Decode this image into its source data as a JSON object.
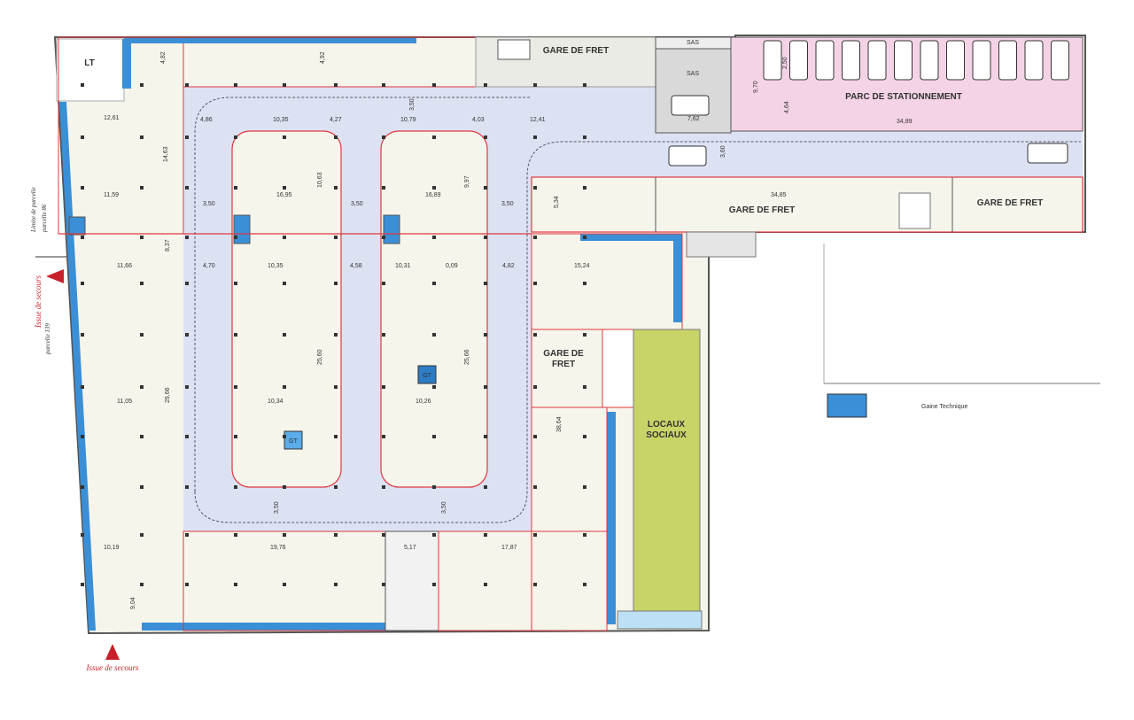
{
  "colors": {
    "ramp": "#dde2f3",
    "floor": "#f6f5ec",
    "parking": "#f5d3e6",
    "locaux": "#c8d467",
    "gaine": "#3a8fd6",
    "wall_red": "#e0383e",
    "sas": "#d9d9d9"
  },
  "rooms": {
    "lt": "LT",
    "gare_fret_top": "GARE DE FRET",
    "sas_top": "SAS",
    "sas": "SAS",
    "parking": "PARC DE STATIONNEMENT",
    "gare_fret_mid": "GARE DE FRET",
    "gare_fret_right": "GARE DE FRET",
    "gare_fret_small_1": "GARE DE",
    "gare_fret_small_2": "FRET",
    "locaux_1": "LOCAUX",
    "locaux_2": "SOCIAUX",
    "gt1": "GT",
    "gt2": "GT"
  },
  "dimensions": {
    "d_482": "4,82",
    "d_492": "4,92",
    "d_1261": "12,61",
    "d_1463": "14,63",
    "d_1159": "11,59",
    "d_486": "4,86",
    "d_1035": "10,35",
    "d_427": "4,27",
    "d_350a": "3,50",
    "d_1079": "10,79",
    "d_403": "4,03",
    "d_1241": "12,41",
    "d_1695": "16,95",
    "d_1063": "10,63",
    "d_1689": "16,89",
    "d_997": "9,97",
    "d_350b": "3,50",
    "d_350c": "3,50",
    "d_350d": "3,50",
    "d_534": "5,34",
    "d_1166": "11,66",
    "d_837": "8,37",
    "d_470": "4,70",
    "d_1035b": "10,35",
    "d_458": "4,58",
    "d_1031": "10,31",
    "d_009": "0,09",
    "d_482b": "4,82",
    "d_1524": "15,24",
    "d_1105": "11,05",
    "d_2966": "29,66",
    "d_1034": "10,34",
    "d_2560": "25,60",
    "d_2566": "25,66",
    "d_1026": "10,26",
    "d_3864": "38,64",
    "d_350e": "3,50",
    "d_350f": "3,50",
    "d_1019": "10,19",
    "d_904": "9,04",
    "d_1976": "19,76",
    "d_517": "5,17",
    "d_1787": "17,87",
    "d_250": "2,50",
    "d_970": "9,70",
    "d_464": "4,64",
    "d_3489": "34,89",
    "d_762": "7,62",
    "d_360": "3,60",
    "d_3485": "34,85"
  },
  "annotations": {
    "limite_1": "Limite de parcelle",
    "limite_2": "parcelle 86",
    "issue_left": "Issue de secours",
    "parcelle_139": "parcelle 139",
    "issue_bottom": "Issue de secours"
  },
  "legend": {
    "label": "Gaine Technique",
    "icon": "blue-square"
  }
}
